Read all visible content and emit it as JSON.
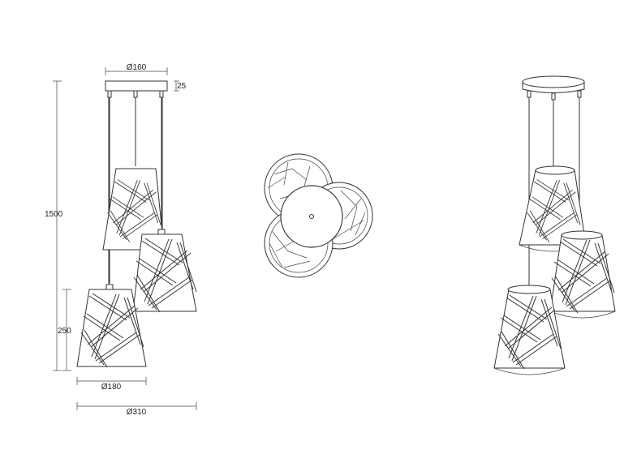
{
  "dimensions": {
    "canopy_diameter": "Ø160",
    "canopy_height": "25",
    "total_height": "1500",
    "shade_height": "250",
    "shade_diameter": "Ø180",
    "overall_diameter": "Ø310"
  },
  "views": [
    "front-view",
    "top-view",
    "perspective-view"
  ]
}
